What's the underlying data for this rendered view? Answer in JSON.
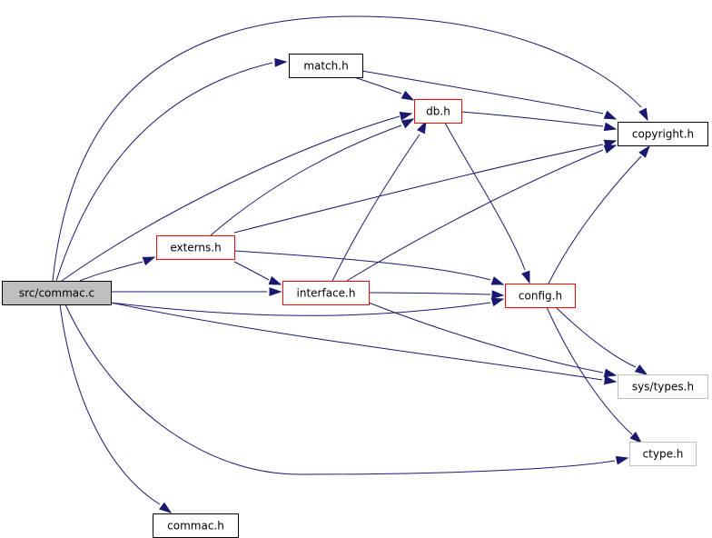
{
  "colors": {
    "edge": "#191970",
    "border_default": "#000000",
    "border_red": "#ff0000",
    "border_gray": "#bfbfbf",
    "fill_root": "#bfbfbf",
    "fill_default": "#ffffff"
  },
  "nodes": [
    {
      "id": "src-commac-c",
      "label": "src/commac.c",
      "style": "root"
    },
    {
      "id": "match-h",
      "label": "match.h",
      "style": "default"
    },
    {
      "id": "db-h",
      "label": "db.h",
      "style": "red"
    },
    {
      "id": "copyright-h",
      "label": "copyright.h",
      "style": "default"
    },
    {
      "id": "externs-h",
      "label": "externs.h",
      "style": "red"
    },
    {
      "id": "interface-h",
      "label": "interface.h",
      "style": "red"
    },
    {
      "id": "config-h",
      "label": "config.h",
      "style": "red"
    },
    {
      "id": "sys-types-h",
      "label": "sys/types.h",
      "style": "gray"
    },
    {
      "id": "ctype-h",
      "label": "ctype.h",
      "style": "gray"
    },
    {
      "id": "commac-h",
      "label": "commac.h",
      "style": "default"
    }
  ],
  "edges": [
    {
      "from": "src-commac-c",
      "to": "match-h"
    },
    {
      "from": "src-commac-c",
      "to": "copyright-h"
    },
    {
      "from": "src-commac-c",
      "to": "db-h"
    },
    {
      "from": "src-commac-c",
      "to": "externs-h"
    },
    {
      "from": "src-commac-c",
      "to": "interface-h"
    },
    {
      "from": "src-commac-c",
      "to": "config-h"
    },
    {
      "from": "src-commac-c",
      "to": "sys-types-h"
    },
    {
      "from": "src-commac-c",
      "to": "ctype-h"
    },
    {
      "from": "src-commac-c",
      "to": "commac-h"
    },
    {
      "from": "match-h",
      "to": "db-h"
    },
    {
      "from": "match-h",
      "to": "copyright-h"
    },
    {
      "from": "db-h",
      "to": "copyright-h"
    },
    {
      "from": "db-h",
      "to": "config-h"
    },
    {
      "from": "externs-h",
      "to": "db-h"
    },
    {
      "from": "externs-h",
      "to": "copyright-h"
    },
    {
      "from": "externs-h",
      "to": "interface-h"
    },
    {
      "from": "externs-h",
      "to": "config-h"
    },
    {
      "from": "interface-h",
      "to": "db-h"
    },
    {
      "from": "interface-h",
      "to": "copyright-h"
    },
    {
      "from": "interface-h",
      "to": "config-h"
    },
    {
      "from": "interface-h",
      "to": "sys-types-h"
    },
    {
      "from": "config-h",
      "to": "copyright-h"
    },
    {
      "from": "config-h",
      "to": "sys-types-h"
    },
    {
      "from": "config-h",
      "to": "ctype-h"
    }
  ]
}
